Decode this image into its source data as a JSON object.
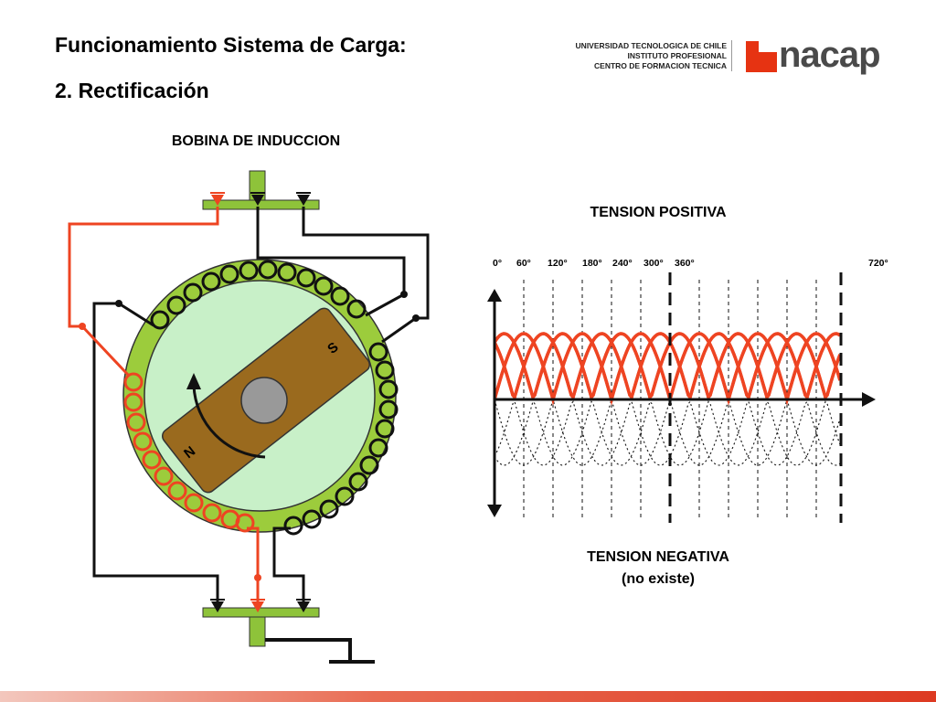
{
  "slide": {
    "title_line1": "Funcionamiento Sistema de Carga:",
    "title_line2": "2. Rectificación"
  },
  "logo": {
    "line1": "UNIVERSIDAD TECNOLOGICA DE CHILE",
    "line2": "INSTITUTO PROFESIONAL",
    "line3": "CENTRO DE FORMACION TECNICA",
    "wordmark": "nacap",
    "brand_color": "#e63312"
  },
  "diagram": {
    "coil_title": "BOBINA DE INDUCCION",
    "pole_north": "N",
    "pole_south": "S"
  },
  "waveform": {
    "positive_label": "TENSION POSITIVA",
    "negative_label_line1": "TENSION NEGATIVA",
    "negative_label_line2": "(no existe)",
    "degree_ticks": [
      "0°",
      "60°",
      "120°",
      "180°",
      "240°",
      "300°",
      "360°",
      "720°"
    ],
    "positive_color": "#ee4422"
  },
  "colors": {
    "stator_green": "#9ccc3c",
    "rotor_fill": "#c8f0c8",
    "magnet_brown": "#9a6a1e",
    "wire_red": "#ee4422",
    "footer_red": "#dd3a22"
  }
}
